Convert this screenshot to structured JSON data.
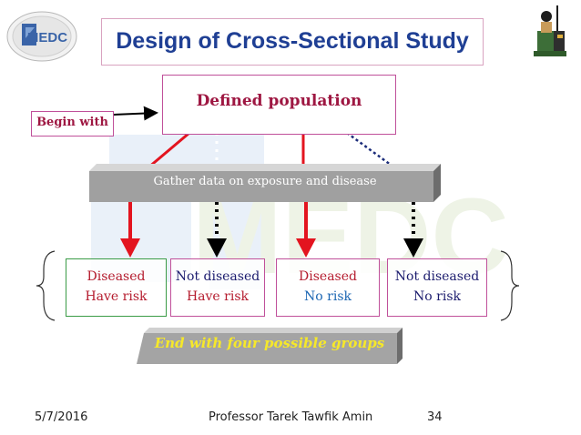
{
  "slide": {
    "title": "Design of  Cross-Sectional Study",
    "logo_text": "MEDC",
    "watermark_text": "MEDC",
    "population_label": "Defined population",
    "begin_label": "Begin with",
    "gather_label": "Gather data on exposure and disease",
    "groups": [
      {
        "line1": "Diseased",
        "line2": "Have risk"
      },
      {
        "line1": "Not diseased",
        "line2": "Have risk"
      },
      {
        "line1": "Diseased",
        "line2": "No risk"
      },
      {
        "line1": "Not diseased",
        "line2": "No risk"
      }
    ],
    "end_label": "End with four possible groups"
  },
  "footer": {
    "date": "5/7/2016",
    "author": "Professor Tarek Tawfik Amin",
    "page": "34"
  },
  "colors": {
    "title": "#1f3f94",
    "dark_red": "#9e1742",
    "red_arrow": "#e3141f",
    "blue_text": "#1d67b3",
    "navy_text": "#1c1c6e",
    "end_text": "#f6e82a"
  }
}
